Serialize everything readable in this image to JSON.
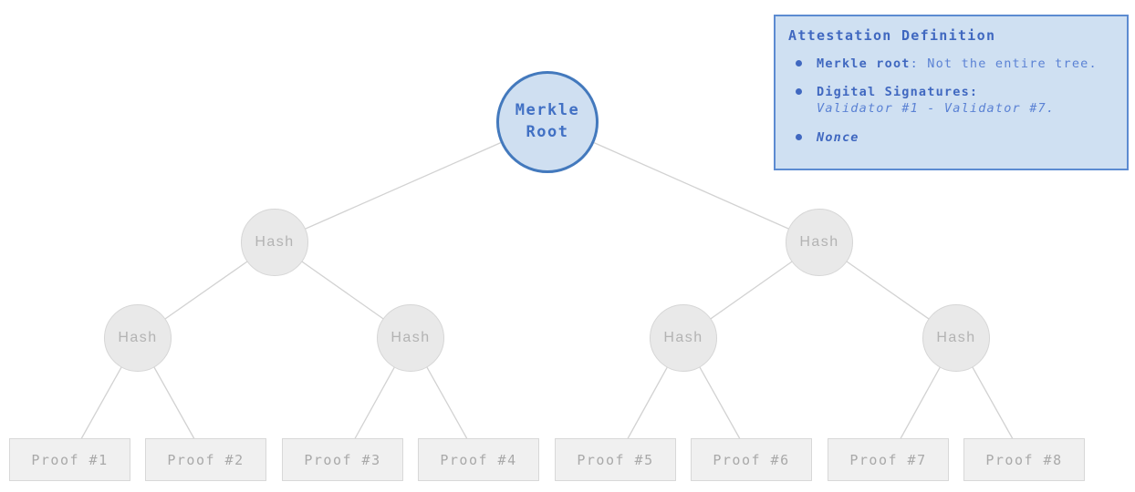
{
  "colors": {
    "root_fill": "#cfdff1",
    "root_border": "#4379bd",
    "root_text": "#4170c4",
    "hash_fill": "#e9e9e9",
    "hash_border": "#d6d6d6",
    "hash_text": "#b3b3b3",
    "proof_fill": "#f0f0f0",
    "proof_border": "#d8d8d8",
    "proof_text": "#a9a9a9",
    "edge_line": "#d2d2d2",
    "info_fill": "#cfe0f2",
    "info_border": "#5c8bd1",
    "info_text_bold": "#4068c0",
    "info_text_regular": "#5b82d4"
  },
  "tree": {
    "root_label": "Merkle Root",
    "hash_labels": [
      "Hash",
      "Hash",
      "Hash",
      "Hash",
      "Hash",
      "Hash"
    ],
    "proof_labels": [
      "Proof #1",
      "Proof #2",
      "Proof #3",
      "Proof #4",
      "Proof #5",
      "Proof #6",
      "Proof #7",
      "Proof #8"
    ]
  },
  "info_box": {
    "title": "Attestation Definition",
    "bullets": [
      {
        "bold": "Merkle root",
        "rest": ": Not the entire tree."
      },
      {
        "bold": "Digital Signatures:",
        "detail": "Validator #1 - Validator #7."
      },
      {
        "bold_italic": "Nonce"
      }
    ]
  }
}
